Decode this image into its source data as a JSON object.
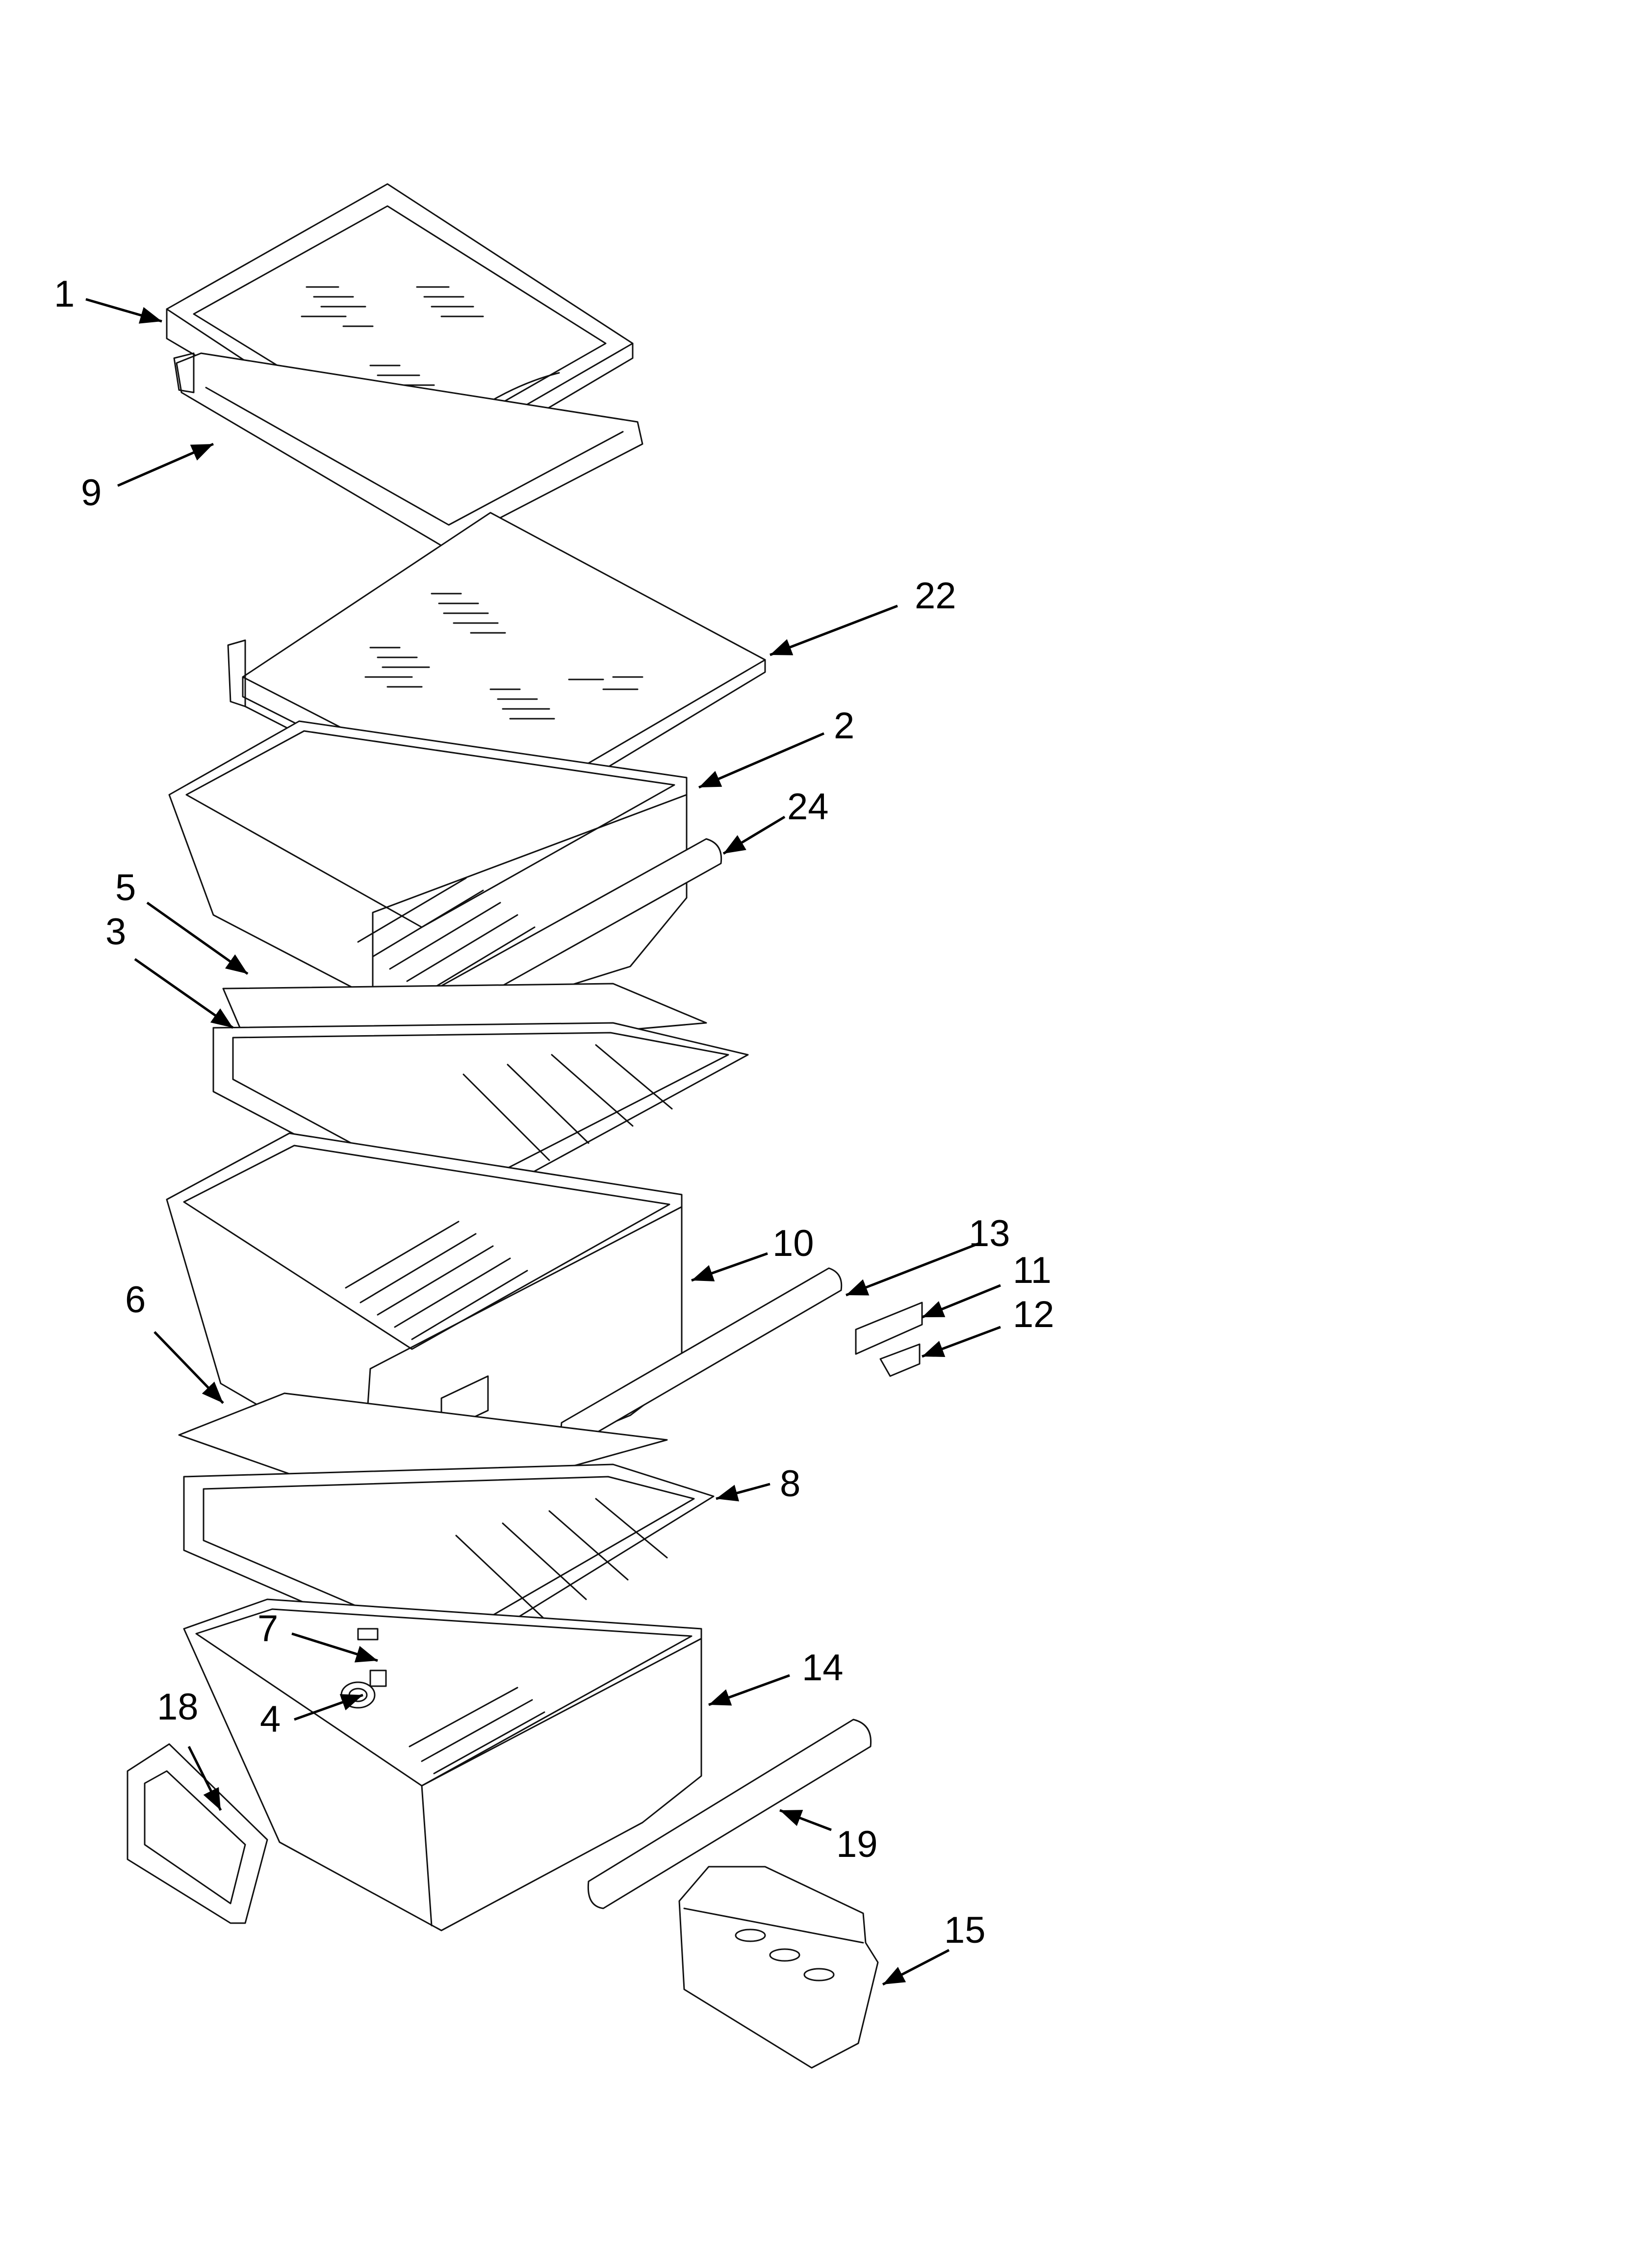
{
  "callouts": [
    {
      "id": "1",
      "text": "1"
    },
    {
      "id": "9",
      "text": "9"
    },
    {
      "id": "22",
      "text": "22"
    },
    {
      "id": "2",
      "text": "2"
    },
    {
      "id": "24",
      "text": "24"
    },
    {
      "id": "5",
      "text": "5"
    },
    {
      "id": "3",
      "text": "3"
    },
    {
      "id": "10",
      "text": "10"
    },
    {
      "id": "13",
      "text": "13"
    },
    {
      "id": "11",
      "text": "11"
    },
    {
      "id": "12",
      "text": "12"
    },
    {
      "id": "6",
      "text": "6"
    },
    {
      "id": "8",
      "text": "8"
    },
    {
      "id": "7",
      "text": "7"
    },
    {
      "id": "4",
      "text": "4"
    },
    {
      "id": "14",
      "text": "14"
    },
    {
      "id": "18",
      "text": "18"
    },
    {
      "id": "19",
      "text": "19"
    },
    {
      "id": "15",
      "text": "15"
    }
  ],
  "colors": {
    "line": "#111111",
    "background": "#ffffff"
  }
}
